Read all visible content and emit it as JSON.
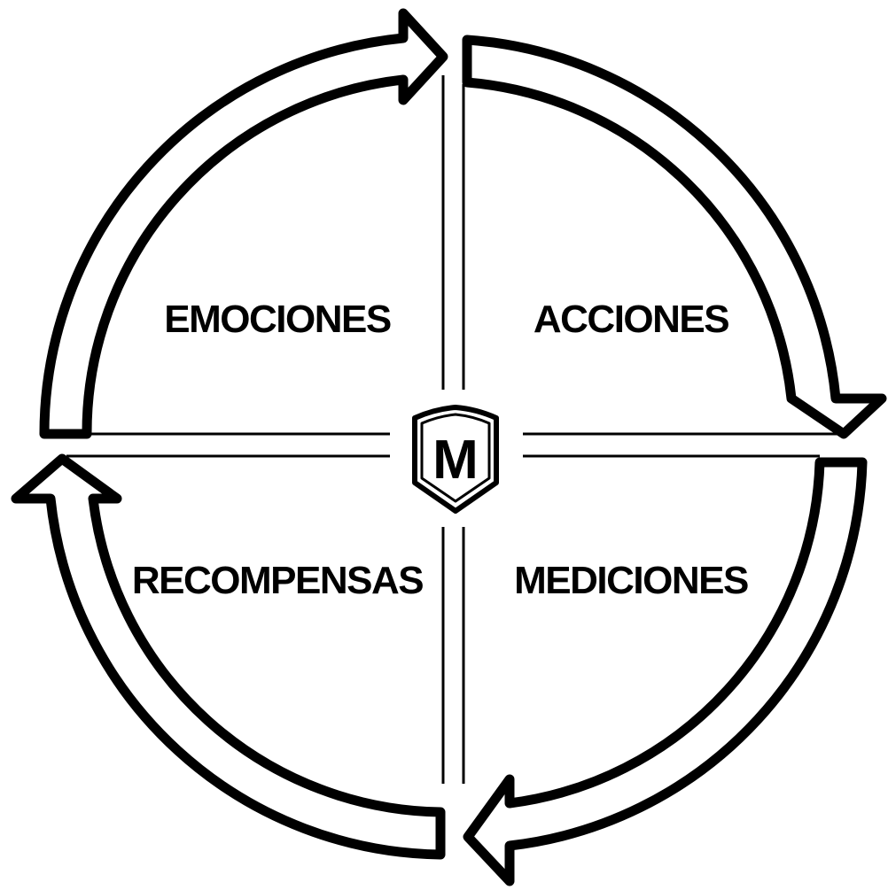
{
  "cycle": {
    "center_logo_letter": "M",
    "quadrants": [
      {
        "id": "top-left",
        "label": "EMOCIONES"
      },
      {
        "id": "top-right",
        "label": "ACCIONES"
      },
      {
        "id": "bottom-right",
        "label": "MEDICIONES"
      },
      {
        "id": "bottom-left",
        "label": "RECOMPENSAS"
      }
    ],
    "flow_direction": "clockwise",
    "colors": {
      "stroke": "#000000",
      "fill": "#ffffff"
    }
  }
}
